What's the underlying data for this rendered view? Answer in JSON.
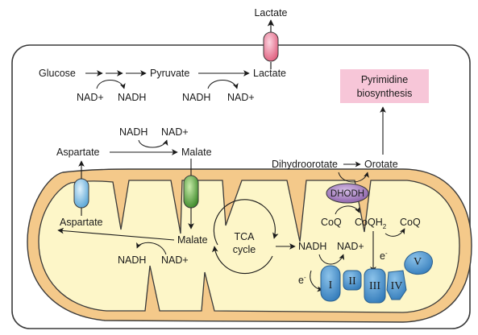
{
  "labels": {
    "lactate_out": "Lactate",
    "glucose": "Glucose",
    "pyruvate": "Pyruvate",
    "lactate": "Lactate",
    "nad_plus_1": "NAD+",
    "nadh_1": "NADH",
    "nadh_2": "NADH",
    "nad_plus_2": "NAD+",
    "pyrimidine_line1": "Pyrimidine",
    "pyrimidine_line2": "biosynthesis",
    "nadh_3": "NADH",
    "nad_plus_3": "NAD+",
    "aspartate_cyto": "Aspartate",
    "malate_cyto": "Malate",
    "dihydroorotate": "Dihydroorotate",
    "orotate": "Orotate",
    "dhodh": "DHODH",
    "aspartate_mito": "Aspartate",
    "malate_mito": "Malate",
    "tca_line1": "TCA",
    "tca_line2": "cycle",
    "coq_1": "CoQ",
    "coqh": "CoQH",
    "coqh_sub": "2",
    "coq_2": "CoQ",
    "nadh_4": "NADH",
    "nad_plus_4": "NAD+",
    "nadh_5": "NADH",
    "nad_plus_5": "NAD+",
    "electron_1": "e",
    "electron_2": "e",
    "electron_sup": "-",
    "complex_1": "I",
    "complex_2": "II",
    "complex_3": "III",
    "complex_4": "IV",
    "complex_5": "V"
  },
  "colors": {
    "cell_outline": "#3a3a3a",
    "mito_outer": "#f4c98a",
    "mito_inner": "#fdf6c8",
    "pyrimidine_box": "#f7c6d8",
    "transporter_lactate": "#f08aa8",
    "transporter_aspartate": "#8ec8ec",
    "transporter_malate": "#6fb04a",
    "dhodh": "#a77fc0",
    "complexes": "#4a92cc"
  }
}
